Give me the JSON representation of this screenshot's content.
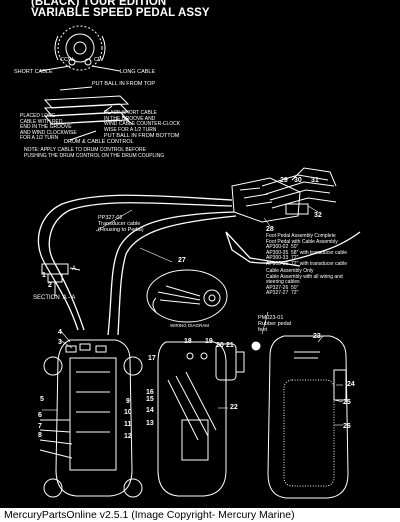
{
  "title": {
    "line1": "(BLACK) TOUR EDITION",
    "line2": "VARIABLE SPEED PEDAL ASSY"
  },
  "labels": {
    "ccw": "CCW",
    "cw": "CW",
    "short_cable": "SHORT CABLE",
    "long_cable": "LONG CABLE",
    "put_ball_top": "PUT BALL IN FROM TOP",
    "placed_long": "PLACED LONG\nCABLE WITH RED\nEND IN THE GROOVE\nAND WIND CLOCKWISE\nFOR A 1/2 TURN",
    "place_short": "PLACE SHORT CABLE\nIN THE GROOVE AND\nWIND CABLE COUNTER-CLOCK\nWISE FOR A 1/2 TURN",
    "put_ball_bottom": "PUT BALL IN FROM BOTTOM",
    "drum_control": "DRUM & CABLE CONTROL",
    "note": "NOTE: APPLY CABLE TO DRUM CONTROL BEFORE\nPUSHING THE DRUM CONTROL ON THE DRUM COUPLING",
    "pp327": "PP327-02\nTransducer cable\n(Housing to Pedal)",
    "foot_pedal": "Foot Pedal Assembly Complete\nFoot Pedal with Cable Assembly\nAP300-02  50\"\nAP300-35  58\" with transducer cable\nAP300-33  72\"\nAP300-36  72\" with transducer cable",
    "cable_only": "Cable Assembly Only\nCable Assembly with all wiring and\nsteering cables\nAP327-26  50\"\nAP327-27  72\"",
    "section": "SECTION  A - A",
    "section_a": "A",
    "wiring": "WIRING DIAGRAM",
    "pm023": "PM023-01\nRubber pedal\nfeet"
  },
  "callouts": [
    "1",
    "2",
    "3",
    "4",
    "5",
    "6",
    "7",
    "8",
    "9",
    "10",
    "11",
    "12",
    "13",
    "14",
    "15",
    "16",
    "17",
    "18",
    "19",
    "20",
    "21",
    "22",
    "23",
    "24",
    "25",
    "26",
    "27",
    "28",
    "29",
    "30",
    "31",
    "32"
  ],
  "footer": "MercuryPartsOnline v2.5.1 (Image Copyright- Mercury Marine)",
  "colors": {
    "background": "#000000",
    "line": "#ffffff",
    "footer_bg": "#ffffff"
  }
}
